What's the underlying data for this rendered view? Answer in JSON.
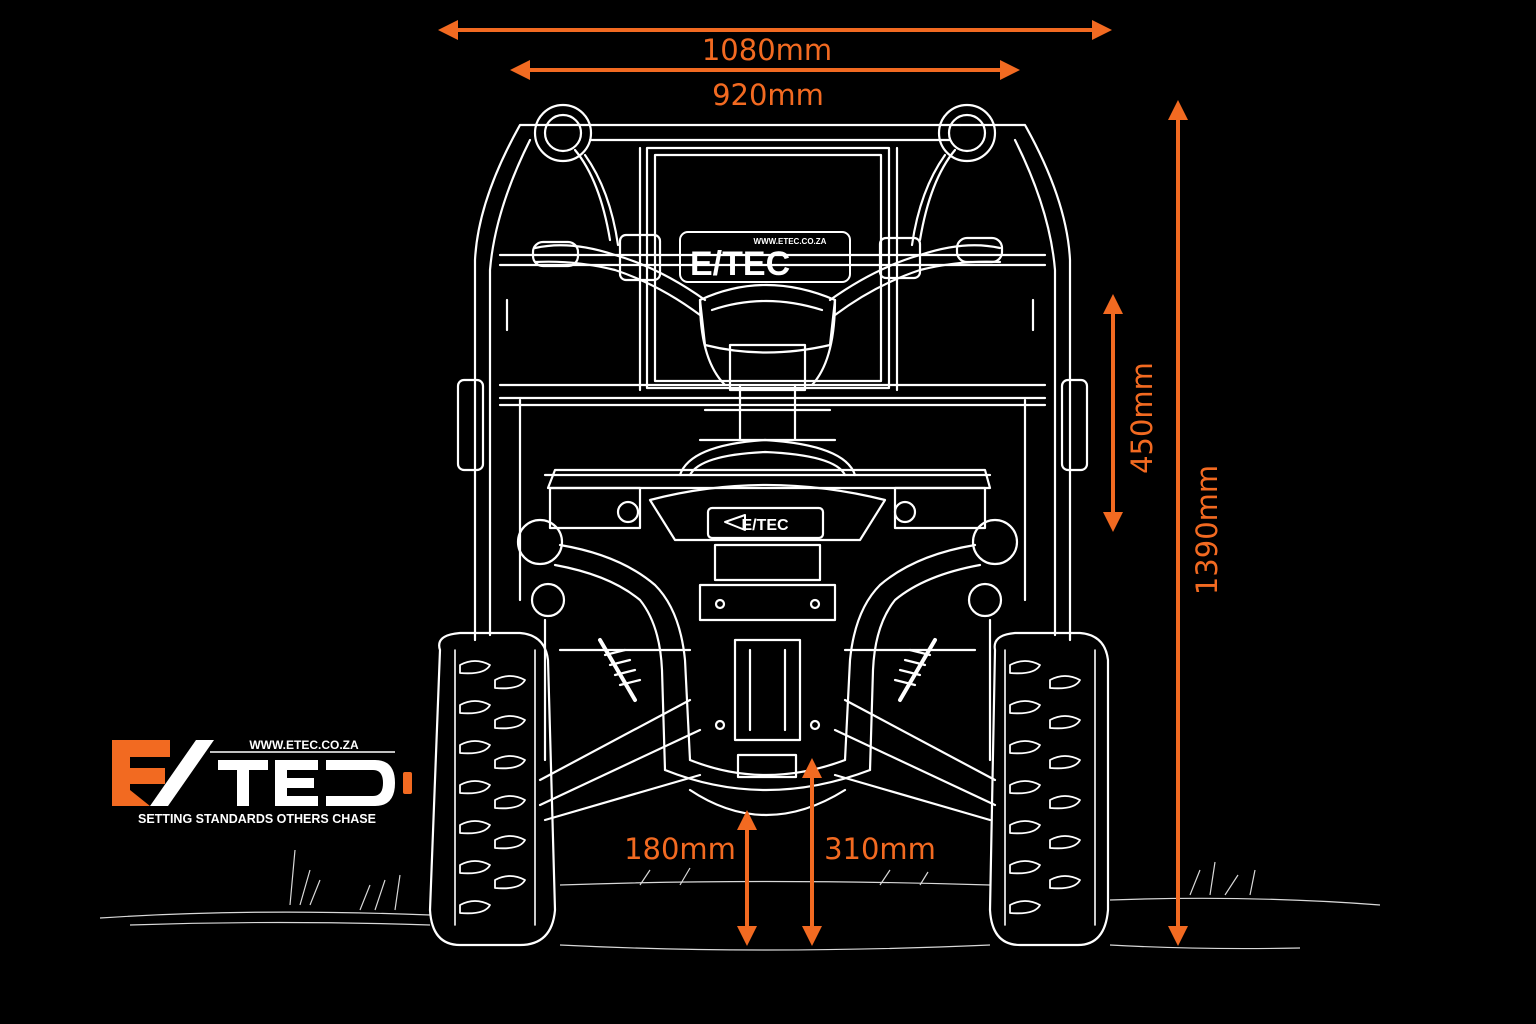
{
  "colors": {
    "accent": "#F26A21",
    "line": "#FFFFFF",
    "background": "#000000"
  },
  "dimensions": {
    "overall_width": "1080mm",
    "track_width": "920mm",
    "cargo_height": "450mm",
    "overall_height": "1390mm",
    "ground_clearance": "180mm",
    "bumper_height": "310mm"
  },
  "brand": {
    "logo_word": "E/TEC",
    "url": "WWW.ETEC.CO.ZA",
    "tagline": "SETTING STANDARDS OTHERS CHASE",
    "plate_url": "WWW.ETEC.CO.ZA"
  }
}
